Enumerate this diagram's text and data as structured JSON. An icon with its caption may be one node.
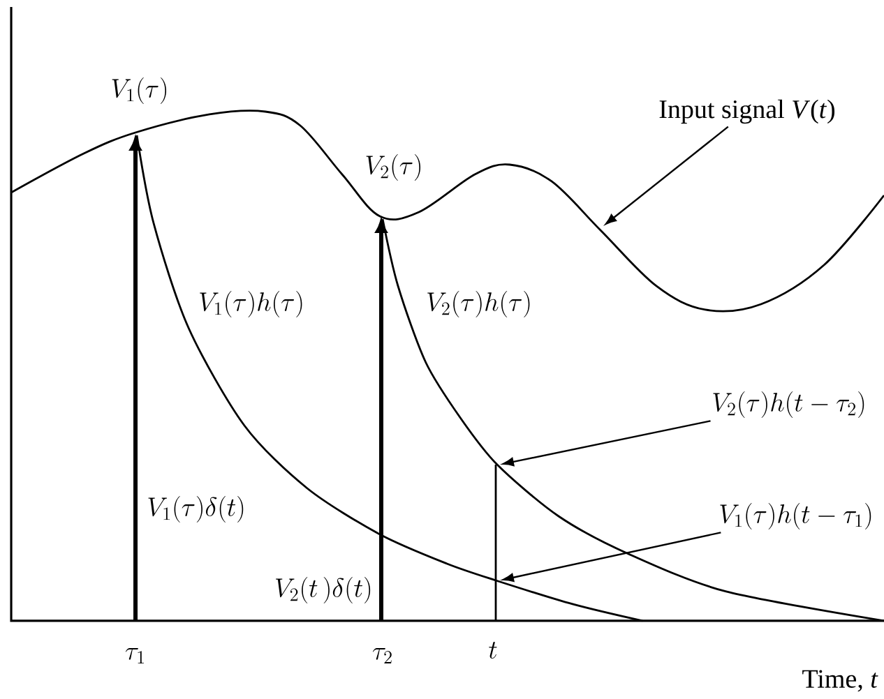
{
  "diagram": {
    "nodes": [
      {
        "text": [
          "Input signal *V*(*t*)"
        ]
      },
      {
        "text": [
          "V_2(\\tau)h(t-\\tau_2)"
        ]
      },
      {
        "text": [
          "V_1(\\tau)h(t-\\tau_1)"
        ]
      }
    ],
    "edges": [
      {
        "from": 0,
        "to": null,
        "arrow": "to"
      },
      {
        "from": 1,
        "to": null,
        "arrow": "to"
      },
      {
        "from": 2,
        "to": null,
        "arrow": "to"
      }
    ],
    "labels": [
      "V_1(\\tau)",
      "V_2(\\tau)",
      "V_1(\\tau)h(\\tau)",
      "V_2(\\tau)h(\\tau)",
      "V_1(\\tau)\\delta(t)",
      "V_2(t\\,)\\delta(t)",
      "\\tau_1",
      "\\tau_2",
      "t",
      "Time, *t*"
    ]
  }
}
